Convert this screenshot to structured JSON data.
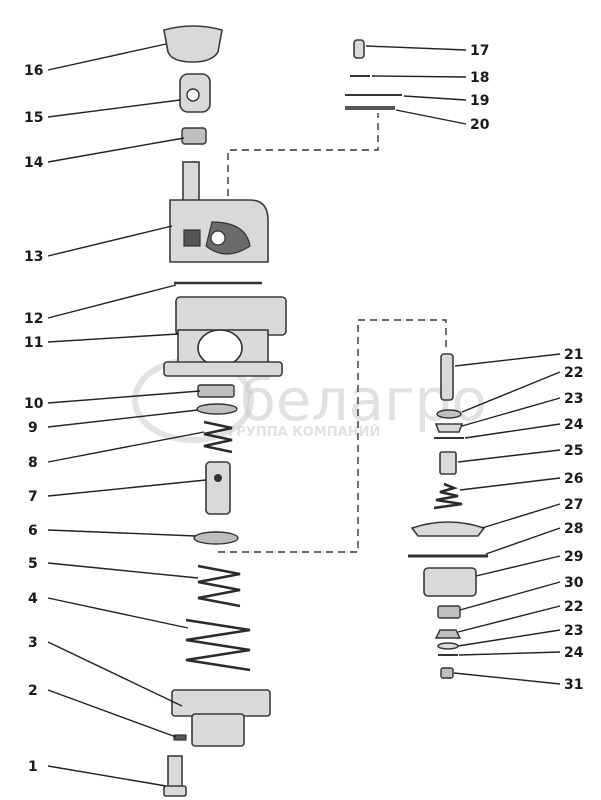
{
  "watermark": {
    "brand": "белагро",
    "subtitle": "ГРУППА КОМПАНИЙ"
  },
  "callouts_left": [
    {
      "id": "16",
      "text": "16"
    },
    {
      "id": "15",
      "text": "15"
    },
    {
      "id": "14",
      "text": "14"
    },
    {
      "id": "13",
      "text": "13"
    },
    {
      "id": "12",
      "text": "12"
    },
    {
      "id": "11",
      "text": "11"
    },
    {
      "id": "10",
      "text": "10"
    },
    {
      "id": "9",
      "text": "9"
    },
    {
      "id": "8",
      "text": "8"
    },
    {
      "id": "7",
      "text": "7"
    },
    {
      "id": "6",
      "text": "6"
    },
    {
      "id": "5",
      "text": "5"
    },
    {
      "id": "4",
      "text": "4"
    },
    {
      "id": "3",
      "text": "3"
    },
    {
      "id": "2",
      "text": "2"
    },
    {
      "id": "1",
      "text": "1"
    }
  ],
  "callouts_right": [
    {
      "id": "17",
      "text": "17"
    },
    {
      "id": "18",
      "text": "18"
    },
    {
      "id": "19",
      "text": "19"
    },
    {
      "id": "20",
      "text": "20"
    },
    {
      "id": "21",
      "text": "21"
    },
    {
      "id": "22a",
      "text": "22"
    },
    {
      "id": "23a",
      "text": "23"
    },
    {
      "id": "24a",
      "text": "24"
    },
    {
      "id": "25",
      "text": "25"
    },
    {
      "id": "26",
      "text": "26"
    },
    {
      "id": "27",
      "text": "27"
    },
    {
      "id": "28",
      "text": "28"
    },
    {
      "id": "29",
      "text": "29"
    },
    {
      "id": "30",
      "text": "30"
    },
    {
      "id": "22b",
      "text": "22"
    },
    {
      "id": "23b",
      "text": "23"
    },
    {
      "id": "24b",
      "text": "24"
    },
    {
      "id": "31",
      "text": "31"
    }
  ]
}
